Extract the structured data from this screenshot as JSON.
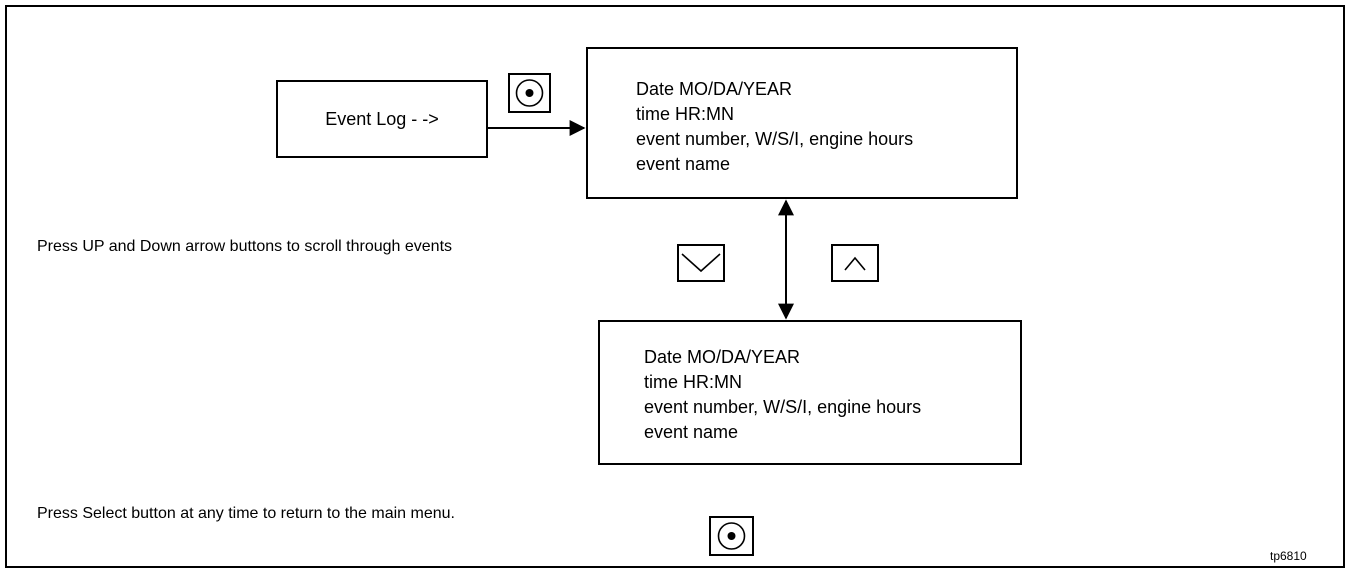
{
  "entry": {
    "label": "Event Log - ->"
  },
  "screen_top": {
    "lines": [
      "Date MO/DA/YEAR",
      "time HR:MN",
      "event number, W/S/I, engine hours",
      "event name"
    ]
  },
  "screen_bottom": {
    "lines": [
      "Date MO/DA/YEAR",
      "time HR:MN",
      "event number, W/S/I, engine hours",
      "event name"
    ]
  },
  "instructions": {
    "scroll": "Press UP and Down arrow buttons to scroll through events",
    "select": "Press Select button at any time to return to the main menu."
  },
  "buttons": {
    "select_icon": "select-button-icon",
    "down_icon": "chevron-down-icon",
    "up_icon": "chevron-up-icon"
  },
  "figure_id": "tp6810"
}
